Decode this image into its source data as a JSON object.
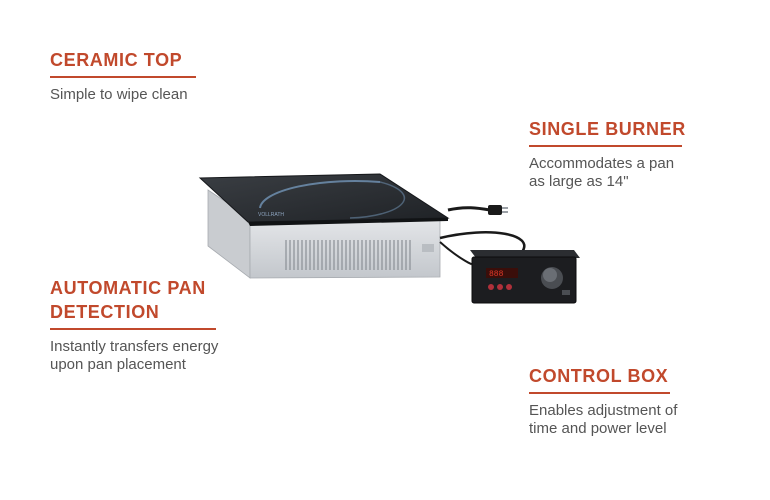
{
  "callouts": [
    {
      "title": "CERAMIC TOP",
      "description": "Simple to wipe clean"
    },
    {
      "title": "SINGLE BURNER",
      "description": "Accommodates a pan\nas large as 14\""
    },
    {
      "title": "AUTOMATIC PAN\nDETECTION",
      "description": "Instantly transfers energy\nupon pan placement"
    },
    {
      "title": "CONTROL BOX",
      "description": "Enables adjustment of\ntime and power level"
    }
  ],
  "colors": {
    "accent": "#c1492c",
    "text": "#555555",
    "glass": "#2a2d31",
    "steel": "#d5d8dc",
    "panel": "#1c1d20",
    "display": "#e03a2a"
  },
  "icons": [
    "induction-cooktop-image",
    "control-box-image",
    "power-plug-icon"
  ]
}
